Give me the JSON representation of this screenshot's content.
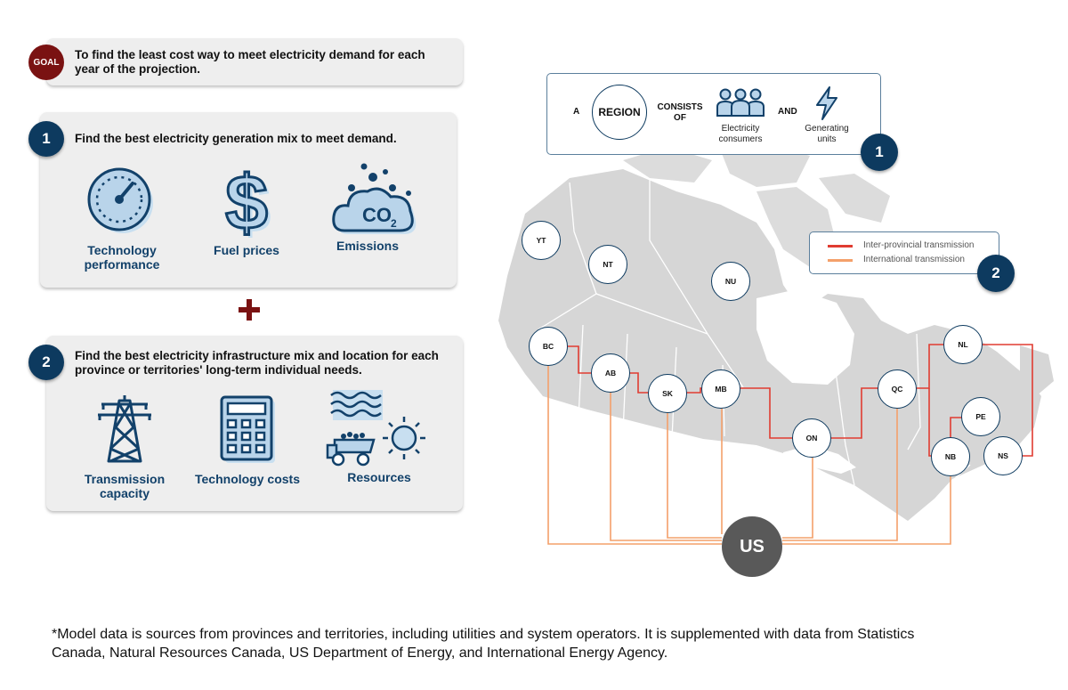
{
  "goal": {
    "badge": "GOAL",
    "text": "To find the least cost way to meet electricity demand for each year of the projection."
  },
  "step1": {
    "number": "1",
    "title": "Find the best electricity generation mix to meet demand.",
    "items": [
      {
        "label": "Technology performance",
        "icon": "speedometer-icon"
      },
      {
        "label": "Fuel prices",
        "icon": "dollar-sign-icon"
      },
      {
        "label": "Emissions",
        "icon": "co2-cloud-icon",
        "icon_text": "CO",
        "icon_sub": "2"
      }
    ]
  },
  "step2": {
    "number": "2",
    "title": "Find the best electricity infrastructure mix and location for each province or territories' long-term individual needs.",
    "items": [
      {
        "label": "Transmission capacity",
        "icon": "transmission-tower-icon"
      },
      {
        "label": "Technology costs",
        "icon": "calculator-icon"
      },
      {
        "label": "Resources",
        "icon": "resources-icon"
      }
    ]
  },
  "region_box": {
    "a": "A",
    "region": "REGION",
    "consists_of": "CONSISTS OF",
    "and": "AND",
    "consumers": "Electricity consumers",
    "units": "Generating units",
    "badge": "1"
  },
  "legend": {
    "inter_provincial": "Inter-provincial transmission",
    "international": "International transmission",
    "badge": "2",
    "colors": {
      "inter_provincial": "#e03c31",
      "international": "#f4a06a"
    }
  },
  "map": {
    "regions": [
      "YT",
      "NT",
      "NU",
      "BC",
      "AB",
      "SK",
      "MB",
      "ON",
      "QC",
      "NL",
      "PE",
      "NB",
      "NS"
    ],
    "us": "US"
  },
  "footnote": "*Model data is sources from provinces and territories, including utilities and system operators. It is supplemented with data from Statistics Canada, Natural Resources Canada, US Department of Energy, and International Energy Agency."
}
